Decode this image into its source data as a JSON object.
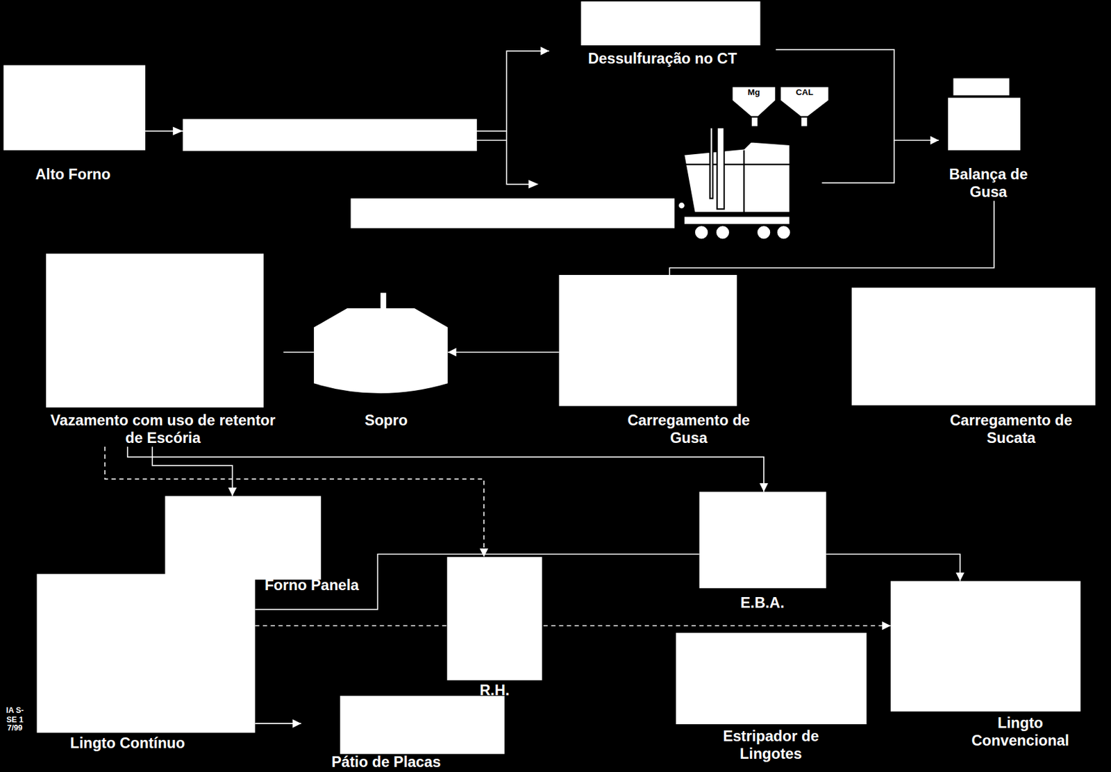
{
  "diagram": {
    "nodes": [
      {
        "text": [
          "Alto Forno"
        ]
      },
      {
        "text": [
          "Dessulfuração no CT"
        ]
      },
      {
        "text": [
          "Balança de Gusa"
        ]
      },
      {
        "text": [
          "Carregamento de Gusa"
        ]
      },
      {
        "text": [
          "Carregamento de Sucata"
        ]
      },
      {
        "text": [
          "Sopro"
        ]
      },
      {
        "text": [
          "Vazamento com uso de retentor de Escória"
        ]
      },
      {
        "text": [
          "Forno Panela"
        ]
      },
      {
        "text": [
          "R.H."
        ]
      },
      {
        "text": [
          "E.B.A."
        ]
      },
      {
        "text": [
          "Lingto Convencional"
        ]
      },
      {
        "text": [
          "Estripador de Lingotes"
        ]
      },
      {
        "text": [
          "Lingto Contínuo"
        ]
      },
      {
        "text": [
          "Pátio de Placas"
        ]
      }
    ],
    "edges": [
      {
        "from": 0,
        "to": 1,
        "arrow": "to"
      },
      {
        "from": 1,
        "to": 2,
        "arrow": "to"
      },
      {
        "from": 2,
        "to": 3,
        "arrow": "none"
      },
      {
        "from": 3,
        "to": 5,
        "arrow": "to"
      },
      {
        "from": 5,
        "to": 6,
        "arrow": "none"
      },
      {
        "from": 6,
        "to": 7,
        "arrow": "to"
      },
      {
        "from": 6,
        "to": 8,
        "arrow": "to"
      },
      {
        "from": 6,
        "to": 9,
        "arrow": "to"
      },
      {
        "from": 9,
        "to": 10,
        "arrow": "to"
      },
      {
        "from": 9,
        "to": 12,
        "arrow": "none"
      },
      {
        "from": 12,
        "to": 10,
        "arrow": "to"
      },
      {
        "from": 12,
        "to": 13,
        "arrow": "to"
      }
    ],
    "labels": [
      "Mg",
      "CAL",
      "IA S-SE 17/99"
    ]
  }
}
